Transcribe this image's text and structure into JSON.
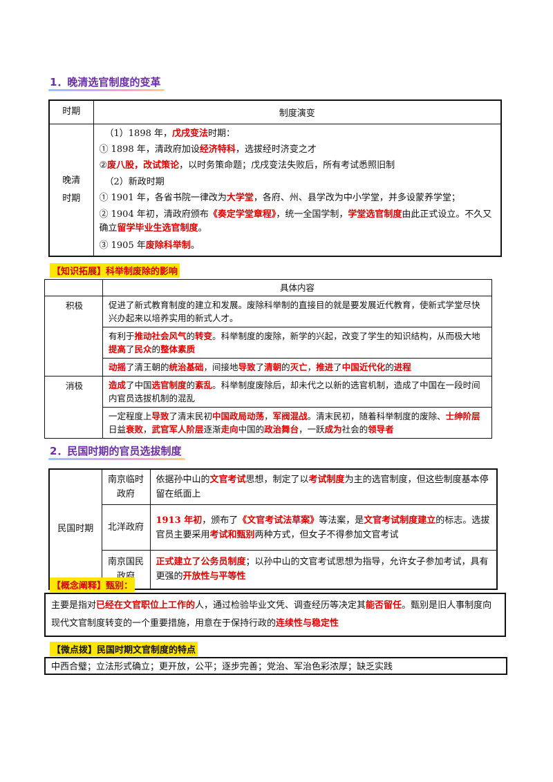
{
  "section1": {
    "title": "1．晚清选官制度的变革",
    "header": {
      "period": "时期",
      "evolution": "制度演变"
    },
    "period_label": "晚清时期",
    "lines": [
      [
        {
          "t": "（1）1898 年，"
        },
        {
          "t": "戊戌变法",
          "r": 1
        },
        {
          "t": "时期："
        }
      ],
      [
        {
          "t": "① 1898 年，清政府加设"
        },
        {
          "t": "经济特科",
          "r": 1
        },
        {
          "t": "，选拔经时济变之才"
        }
      ],
      [
        {
          "t": "②"
        },
        {
          "t": "废八股，改试策论",
          "r": 1
        },
        {
          "t": "，以时务策命题；戊戌变法失败后，所有考试悉照旧制"
        }
      ],
      [
        {
          "t": "（2）新政时期"
        }
      ],
      [
        {
          "t": "① 1901 年，各省书院一律改为"
        },
        {
          "t": "大学堂",
          "r": 1
        },
        {
          "t": "，各府、州、县学改为中小学堂，并多设蒙养学堂；"
        }
      ],
      [
        {
          "t": "② 1904 年初，清政府颁布"
        },
        {
          "t": "《奏定学堂章程》",
          "r": 1
        },
        {
          "t": "，统一全国学制，"
        },
        {
          "t": "学堂选官制度",
          "r": 1
        },
        {
          "t": "由此正式设立。不久又确立"
        },
        {
          "t": "留学毕业生选官制度",
          "r": 1
        },
        {
          "t": "。"
        }
      ],
      [
        {
          "t": "③ 1905 年"
        },
        {
          "t": "废除科举制",
          "r": 1
        },
        {
          "t": "。"
        }
      ]
    ]
  },
  "ext": {
    "tag": "【知识拓展】科举制废除的影响",
    "header": "具体内容",
    "positive_label": "积极",
    "negative_label": "消极",
    "rows": [
      [
        {
          "t": "促进了新式教育制度的建立和发展。废除科举制的直接目的就是要发展近代教育，使新式学堂尽快兴办起来以培养实用的新式人才。"
        }
      ],
      [
        {
          "t": "有利于"
        },
        {
          "t": "推动社会风气",
          "r": 1
        },
        {
          "t": "的"
        },
        {
          "t": "转变",
          "r": 1
        },
        {
          "t": "。科举制度的废除，新学的兴起，改变了学生的知识结构，从而极大地"
        },
        {
          "t": "提高",
          "r": 1
        },
        {
          "t": "了"
        },
        {
          "t": "民众",
          "r": 1
        },
        {
          "t": "的"
        },
        {
          "t": "整体素质",
          "r": 1
        }
      ],
      [
        {
          "t": "动摇",
          "r": 1
        },
        {
          "t": "了清王朝的"
        },
        {
          "t": "统治基础",
          "r": 1
        },
        {
          "t": "，间接地"
        },
        {
          "t": "导致",
          "r": 1
        },
        {
          "t": "了"
        },
        {
          "t": "清朝",
          "r": 1
        },
        {
          "t": "的"
        },
        {
          "t": "灭亡",
          "r": 1
        },
        {
          "t": "，"
        },
        {
          "t": "推进",
          "r": 1
        },
        {
          "t": "了"
        },
        {
          "t": "中国近代化",
          "r": 1
        },
        {
          "t": "的"
        },
        {
          "t": "进程",
          "r": 1
        }
      ],
      [
        {
          "t": "造成",
          "r": 1
        },
        {
          "t": "了中国"
        },
        {
          "t": "选官制度",
          "r": 1
        },
        {
          "t": "的"
        },
        {
          "t": "紊乱",
          "r": 1
        },
        {
          "t": "。科举制度废除后，却未代之以新的选官机制，造成了中国在一段时间内官员选拔机制的混乱"
        }
      ],
      [
        {
          "t": "一定程度上"
        },
        {
          "t": "导致",
          "r": 1
        },
        {
          "t": "了清末民初"
        },
        {
          "t": "中国政局动荡",
          "r": 1
        },
        {
          "t": "，"
        },
        {
          "t": "军阀混战",
          "r": 1
        },
        {
          "t": "。清末民初，随着科举制度的废除、"
        },
        {
          "t": "士绅阶层",
          "r": 1
        },
        {
          "t": "日益"
        },
        {
          "t": "衰败",
          "r": 1
        },
        {
          "t": "，"
        },
        {
          "t": "武官军人阶层",
          "r": 1
        },
        {
          "t": "逐渐"
        },
        {
          "t": "走向",
          "r": 1
        },
        {
          "t": "中国的"
        },
        {
          "t": "政治舞台",
          "r": 1
        },
        {
          "t": "，一跃"
        },
        {
          "t": "成为",
          "r": 1
        },
        {
          "t": "社会的"
        },
        {
          "t": "领导者",
          "r": 1
        }
      ]
    ]
  },
  "section2": {
    "title": "2．民国时期的官员选拔制度",
    "period_label": "民国时期",
    "govs": [
      {
        "name": "南京临时政府",
        "desc": [
          {
            "t": "依据孙中山的"
          },
          {
            "t": "文官考试",
            "r": 1
          },
          {
            "t": "思想，制定了以"
          },
          {
            "t": "考试制度",
            "r": 1
          },
          {
            "t": "为主的选官制度，但这些制度基本停留在纸面上"
          }
        ]
      },
      {
        "name": "北洋政府",
        "desc": [
          {
            "t": "1913 年初",
            "r": 1
          },
          {
            "t": "，颁布了"
          },
          {
            "t": "《文官考试法草案》",
            "r": 1
          },
          {
            "t": "等法案，是"
          },
          {
            "t": "文官考试制度建立",
            "r": 1
          },
          {
            "t": "的标志。选拔官员主要采用"
          },
          {
            "t": "考试和甄别",
            "r": 1
          },
          {
            "t": "两种方式，但女子不得参加文官考试"
          }
        ]
      },
      {
        "name": "南京国民政府",
        "desc": [
          {
            "t": "正式建立了公务员制度",
            "r": 1
          },
          {
            "t": "；以孙中山的文官考试思想为指导，允许女子参加考试，具有更强的"
          },
          {
            "t": "开放性与平等性",
            "r": 1
          }
        ]
      }
    ]
  },
  "concept": {
    "tag": "【概念阐释】甄别：",
    "text": [
      {
        "t": "主要是指对"
      },
      {
        "t": "已经在文官职位上工作的",
        "r": 1
      },
      {
        "t": "人，通过检验毕业文凭、调查经历等决定其"
      },
      {
        "t": "能否留任",
        "r": 1
      },
      {
        "t": "。甄别是旧人事制度向现代文官制度转变的一个重要措施，用意在于保持行政的"
      },
      {
        "t": "连续性与稳定性",
        "r": 1
      }
    ]
  },
  "micro": {
    "tag": "【微点拨】民国时期文官制度的特点",
    "text": "中西合璧；立法形式确立；更开放，公平；逐步完善；党治、军治色彩浓厚；缺乏实践"
  }
}
